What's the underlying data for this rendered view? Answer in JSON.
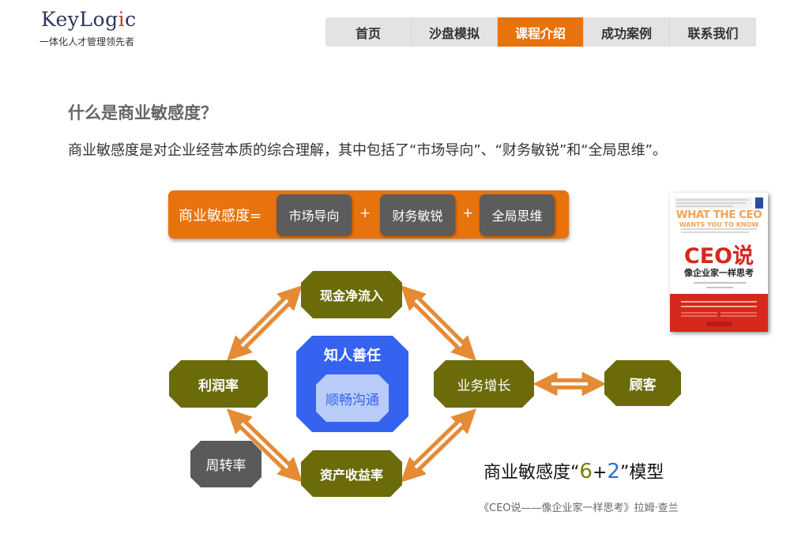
{
  "logo": {
    "brand_main": "KeyLog",
    "brand_accent": "i",
    "brand_tail": "c",
    "tagline": "一体化人才管理领先者"
  },
  "nav": {
    "items": [
      {
        "label": "首页",
        "active": false
      },
      {
        "label": "沙盘模拟",
        "active": false
      },
      {
        "label": "课程介绍",
        "active": true
      },
      {
        "label": "成功案例",
        "active": false
      },
      {
        "label": "联系我们",
        "active": false
      }
    ]
  },
  "section": {
    "heading": "什么是商业敏感度？",
    "intro": "商业敏感度是对企业经营本质的综合理解，其中包括了“市场导向”、“财务敏锐”和“全局思维”。"
  },
  "formula": {
    "label": "商业敏感度=",
    "terms": [
      "市场导向",
      "财务敏锐",
      "全局思维"
    ],
    "plus": "+"
  },
  "book": {
    "title_en_1": "WHAT THE CEO",
    "title_en_2": "WANTS YOU TO KNOW",
    "title_cn": "CEO说",
    "subtitle_cn": "像企业家一样思考"
  },
  "diagram": {
    "nodes": {
      "cash_inflow": "现金净流入",
      "profit_rate": "利润率",
      "business_growth": "业务增长",
      "roa": "资产收益率",
      "customer": "顾客",
      "turnover": "周转率",
      "center_top": "知人善任",
      "center_inner": "顺畅沟通"
    }
  },
  "model": {
    "title_pre": "商业敏感度“",
    "six": "6",
    "plus": "+",
    "two": "2",
    "title_post": "”模型",
    "caption": "《CEO说——像企业家一样思考》拉姆·查兰"
  },
  "colors": {
    "accent": "#e8720c",
    "olive": "#6b6b0a",
    "gray_node": "#5a5a5a",
    "blue": "#3563f0",
    "arrow": "#e58a35"
  }
}
